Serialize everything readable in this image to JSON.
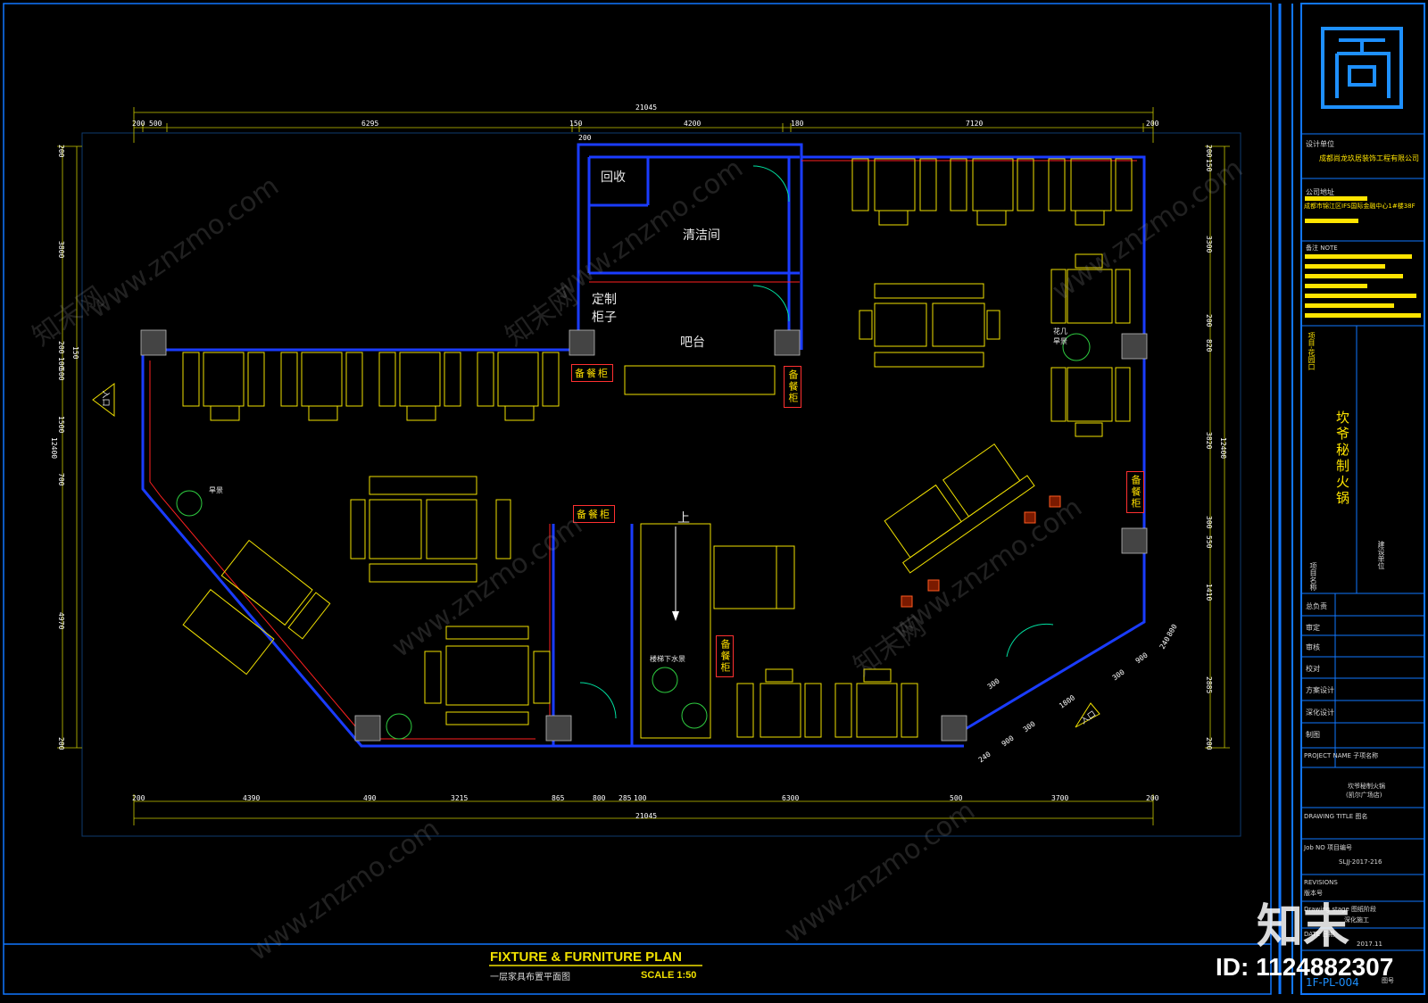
{
  "rooms": {
    "recycle": "回收",
    "cleaning": "清洁间",
    "custom_cabinet": "定制柜子",
    "bar_counter": "吧台",
    "up": "上",
    "landscape": "旱景",
    "stair_water": "楼梯下水景",
    "flower_stand": "花几\n旱景",
    "entrance_left": "入口",
    "entrance_right": "入口"
  },
  "cabinets": {
    "label_a": "备餐柜",
    "label_b": "备餐柜",
    "label_c": "备餐柜",
    "label_d": "备餐柜",
    "label_e": "备餐柜"
  },
  "dimensions": {
    "top_total": "21045",
    "top_segments": [
      "200",
      "500",
      "6295",
      "150",
      "4200",
      "180",
      "7120",
      "200"
    ],
    "top_sub": "200",
    "bottom_segments": [
      "200",
      "4390",
      "490",
      "3215",
      "865",
      "800",
      "285",
      "100",
      "6300",
      "500",
      "3700",
      "200"
    ],
    "bottom_total": "21045",
    "left_total": "12400",
    "left_segments": [
      "200",
      "3800",
      "200",
      "500",
      "100",
      "150",
      "1500",
      "700",
      "4970",
      "200"
    ],
    "right_total": "12400",
    "right_segments": [
      "200",
      "150",
      "3300",
      "200",
      "820",
      "3820",
      "300",
      "550",
      "1410",
      "2885",
      "200"
    ],
    "diagonal": [
      "240",
      "900",
      "300",
      "1800",
      "300",
      "900",
      "240",
      "800",
      "300"
    ]
  },
  "title": {
    "main": "FIXTURE & FURNITURE PLAN",
    "sub": "一层家具布置平面图",
    "scale": "SCALE  1:50"
  },
  "title_block": {
    "design_unit_label": "设计单位",
    "company": "成都尚龙玖居装饰工程有限公司",
    "address_label": "公司地址",
    "address": "成都市锦江区IFS国际金融中心1#楼38F",
    "note_label": "备注   NOTE",
    "project_name_label": "项目名称",
    "project_owner_label": "建设单位",
    "project_vertical": "坎爷秘制火锅",
    "project_en_label": "项目-花园口",
    "roles": [
      "总负责",
      "审定",
      "审核",
      "校对",
      "方案设计",
      "深化设计",
      "制图"
    ],
    "project_name_en": "PROJECT NAME  子项名称",
    "project_name_val1": "坎爷秘制火锅",
    "project_name_val2": "(凯尔广场店)",
    "drawing_title": "DRAWING TITLE   图名",
    "job_no": "Job NO  项目编号",
    "job_val": "SLJJ-2017-216",
    "revisions": "REVISIONS",
    "version": "版本号",
    "drawing_stage": "Drawing stage  图纸阶段",
    "stage_val": "深化施工",
    "date_label": "DATE  日期",
    "date_val": "2017.11",
    "sheet_no": "1F-PL-004",
    "sheet_label": "图号"
  },
  "watermark": {
    "brand": "知末",
    "id": "ID: 1124882307",
    "site": "www.znzmo.com",
    "site_cn": "知末网"
  },
  "colors": {
    "wall": "#1a3cff",
    "furniture": "#f0e000",
    "frame": "#1177ff",
    "dim": "#c8c800"
  }
}
